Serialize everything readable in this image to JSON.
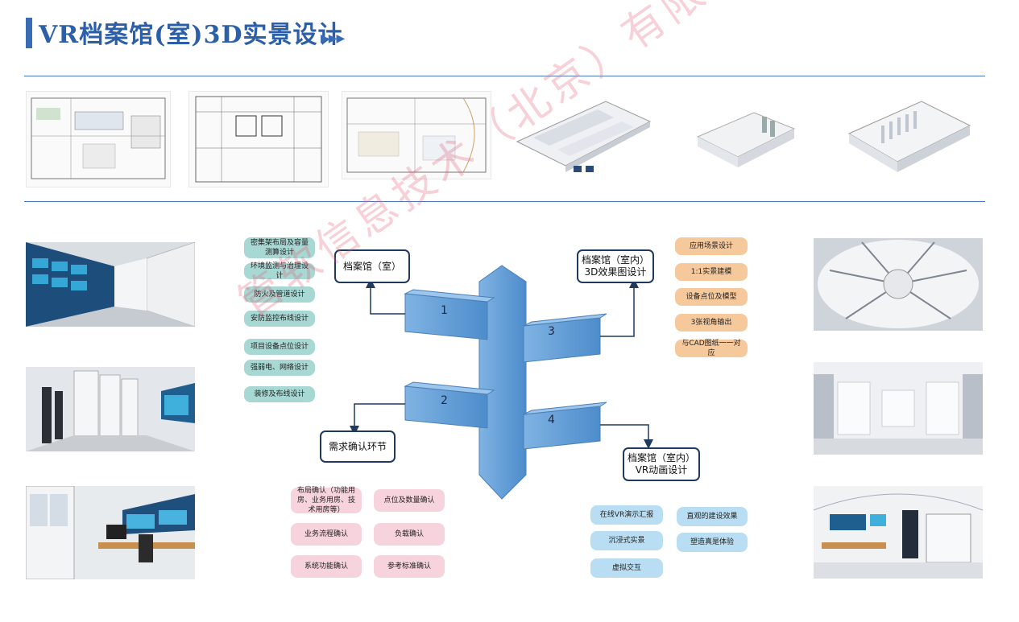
{
  "header": {
    "title": "VR档案馆(室)3D实景设计",
    "arrows": "▶▶▶"
  },
  "watermark": "管软信息技术（北京）有限公司",
  "boxes": {
    "archive": "档案馆（室）",
    "effect_line1": "档案馆（室内）",
    "effect_line2": "3D效果图设计",
    "needs": "需求确认环节",
    "vr_line1": "档案馆（室内）",
    "vr_line2": "VR动画设计"
  },
  "branches": {
    "n1": "1",
    "n2": "2",
    "n3": "3",
    "n4": "4"
  },
  "left_items": [
    "密集架布局及容量测算设计",
    "环境监测与治理设计",
    "防火及管道设计",
    "安防监控布线设计",
    "项目设备点位设计",
    "强弱电、网络设计",
    "装修及布线设计"
  ],
  "right_items": [
    "应用场景设计",
    "1:1实景建模",
    "设备点位及模型",
    "3张视角输出",
    "与CAD图纸一一对应"
  ],
  "bottom_left_items": [
    "布局确认（功能用房、业务用房、技术用房等）",
    "点位及数量确认",
    "业务流程确认",
    "负载确认",
    "系统功能确认",
    "参考标准确认"
  ],
  "bottom_right_items": [
    "在线VR演示汇报",
    "直观的建设效果",
    "沉浸式实景",
    "塑造真是体验",
    "虚拟交互"
  ],
  "colors": {
    "accent": "#2c5fa8",
    "arrow_fill": "#5b9bd5",
    "teal": "#a7d8d3",
    "orange": "#f6c99d",
    "pink": "#f7d3dd",
    "blue": "#b9def3"
  }
}
